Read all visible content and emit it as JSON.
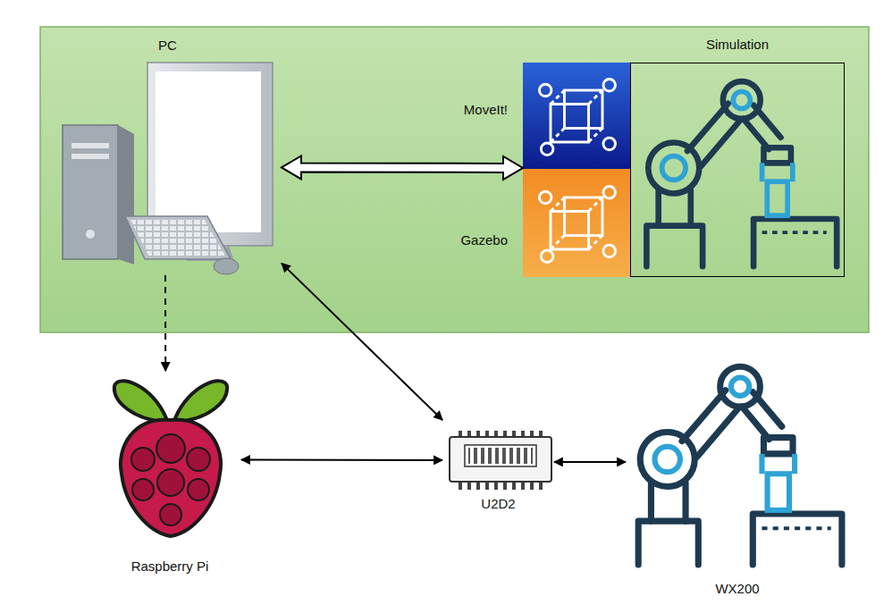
{
  "diagram": {
    "nodes": [
      {
        "text": [
          "PC"
        ]
      },
      {
        "text": [
          "MoveIt!"
        ]
      },
      {
        "text": [
          "Gazebo"
        ]
      },
      {
        "text": [
          "Simulation"
        ]
      },
      {
        "text": [
          "Raspberry Pi"
        ]
      },
      {
        "text": [
          "U2D2"
        ]
      },
      {
        "text": [
          "WX200"
        ]
      }
    ],
    "edges": [
      {
        "from": 0,
        "to": 1,
        "arrow": "both"
      },
      {
        "from": 0,
        "to": 4,
        "arrow": "to"
      },
      {
        "from": 0,
        "to": 5,
        "arrow": "both"
      },
      {
        "from": 4,
        "to": 5,
        "arrow": "both"
      },
      {
        "from": 5,
        "to": 6,
        "arrow": "both"
      }
    ]
  }
}
